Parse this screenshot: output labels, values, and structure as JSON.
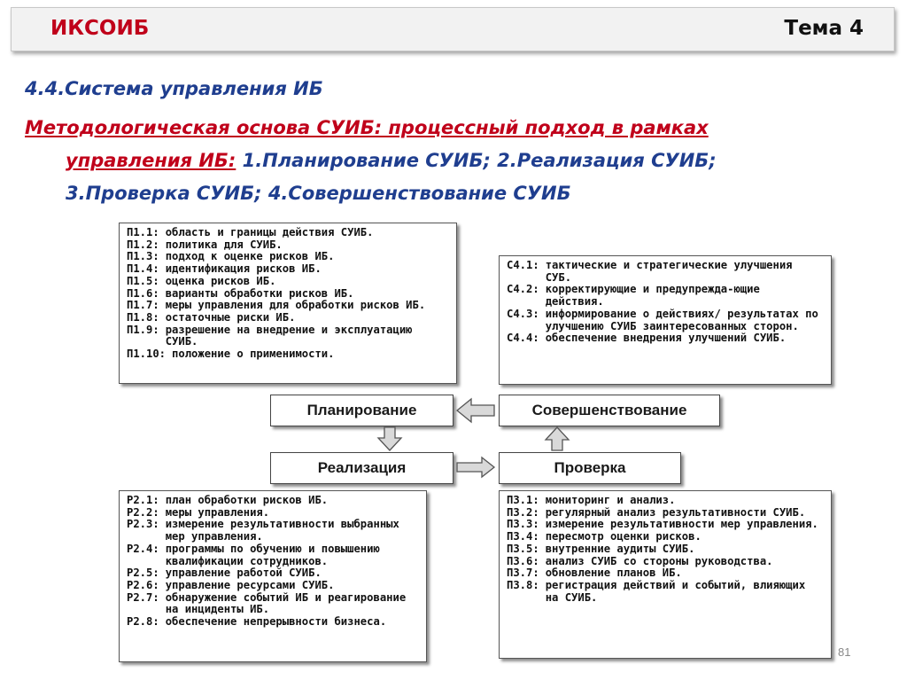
{
  "header": {
    "title": "ИКСОИБ",
    "topic": "Тема 4"
  },
  "heading": "4.4.Система управления ИБ",
  "intro": {
    "red1": "Методологическая основа  СУИБ: процессный подход в рамках",
    "red2": "управления ИБ:",
    "rest1": " 1.Планирование  СУИБ;  2.Реализация СУИБ;",
    "line3": "3.Проверка СУИБ;  4.Совершенствование  СУИБ"
  },
  "nodes": {
    "plan": "Планирование",
    "improve": "Совершенствование",
    "implement": "Реализация",
    "check": "Проверка"
  },
  "plan_box": [
    {
      "code": "П1.1:",
      "text": "область и границы действия СУИБ."
    },
    {
      "code": "П1.2:",
      "text": "политика для СУИБ."
    },
    {
      "code": "П1.3:",
      "text": "подход к оценке рисков ИБ."
    },
    {
      "code": "П1.4:",
      "text": "идентификация рисков ИБ."
    },
    {
      "code": "П1.5:",
      "text": "оценка рисков ИБ."
    },
    {
      "code": "П1.6:",
      "text": "варианты обработки рисков ИБ."
    },
    {
      "code": "П1.7:",
      "text": "меры управления для обработки рисков ИБ."
    },
    {
      "code": "П1.8:",
      "text": "остаточные риски ИБ."
    },
    {
      "code": "П1.9:",
      "text": "разрешение на внедрение и эксплуатацию СУИБ."
    },
    {
      "code": "П1.10:",
      "text": "положение о применимости."
    }
  ],
  "improve_box": [
    {
      "code": "С4.1:",
      "text": "тактические и стратегические улучшения СУБ."
    },
    {
      "code": "С4.2:",
      "text": "корректирующие и предупрежда-ющие действия."
    },
    {
      "code": "С4.3:",
      "text": "информирование о действиях/ результатах по улучшению СУИБ заинтересованных сторон."
    },
    {
      "code": "С4.4:",
      "text": "обеспечение внедрения улучшений СУИБ."
    }
  ],
  "implement_box": [
    {
      "code": "Р2.1:",
      "text": "план обработки рисков ИБ."
    },
    {
      "code": "Р2.2:",
      "text": "меры управления."
    },
    {
      "code": "Р2.3:",
      "text": "измерение результативности выбранных мер управления."
    },
    {
      "code": "Р2.4:",
      "text": "программы по обучению и повышению квалификации сотрудников."
    },
    {
      "code": "Р2.5:",
      "text": "управление работой СУИБ."
    },
    {
      "code": "Р2.6:",
      "text": "управление ресурсами СУИБ."
    },
    {
      "code": "Р2.7:",
      "text": "обнаружение событий ИБ и реагирование на инциденты ИБ."
    },
    {
      "code": "Р2.8:",
      "text": "обеспечение непрерывности бизнеса."
    }
  ],
  "check_box": [
    {
      "code": "П3.1:",
      "text": "мониторинг и анализ."
    },
    {
      "code": "П3.2:",
      "text": "регулярный анализ результативности СУИБ."
    },
    {
      "code": "П3.3:",
      "text": "измерение результативности мер управления."
    },
    {
      "code": "П3.4:",
      "text": "пересмотр оценки рисков."
    },
    {
      "code": "П3.5:",
      "text": "внутренние аудиты СУИБ."
    },
    {
      "code": "П3.6:",
      "text": "анализ СУИБ со стороны руководства."
    },
    {
      "code": "П3.7:",
      "text": "обновление планов ИБ."
    },
    {
      "code": "П3.8:",
      "text": "регистрация действий и событий, влияющих на СУИБ."
    }
  ],
  "page_number": "81",
  "colors": {
    "title_red": "#c0001a",
    "heading_blue": "#1f3e8f",
    "arrow_fill": "#d9d9d9"
  }
}
